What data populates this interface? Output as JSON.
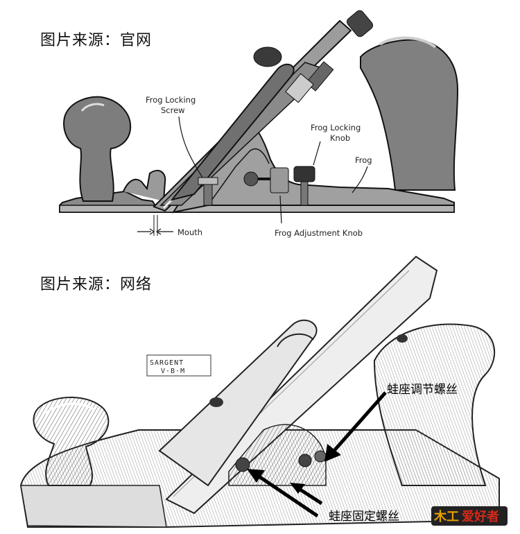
{
  "captions": {
    "top": "图片来源：官网",
    "bottom": "图片来源：网络"
  },
  "diagram_top": {
    "labels": {
      "frog_locking_screw_1": "Frog Locking",
      "frog_locking_screw_2": "Screw",
      "frog_locking_knob_1": "Frog Locking",
      "frog_locking_knob_2": "Knob",
      "frog": "Frog",
      "mouth": "Mouth",
      "frog_adjustment_knob": "Frog Adjustment Knob"
    }
  },
  "diagram_bottom": {
    "stamp_line1": "SARGENT",
    "stamp_line2": "V·B·M",
    "label_adjust": "蛙座调节螺丝",
    "label_fix": "蛙座固定螺丝"
  },
  "watermark": {
    "part1": "木工",
    "part2": "爱好者",
    "colors": {
      "primary": "#e8a000",
      "secondary": "#d42a1a"
    }
  }
}
